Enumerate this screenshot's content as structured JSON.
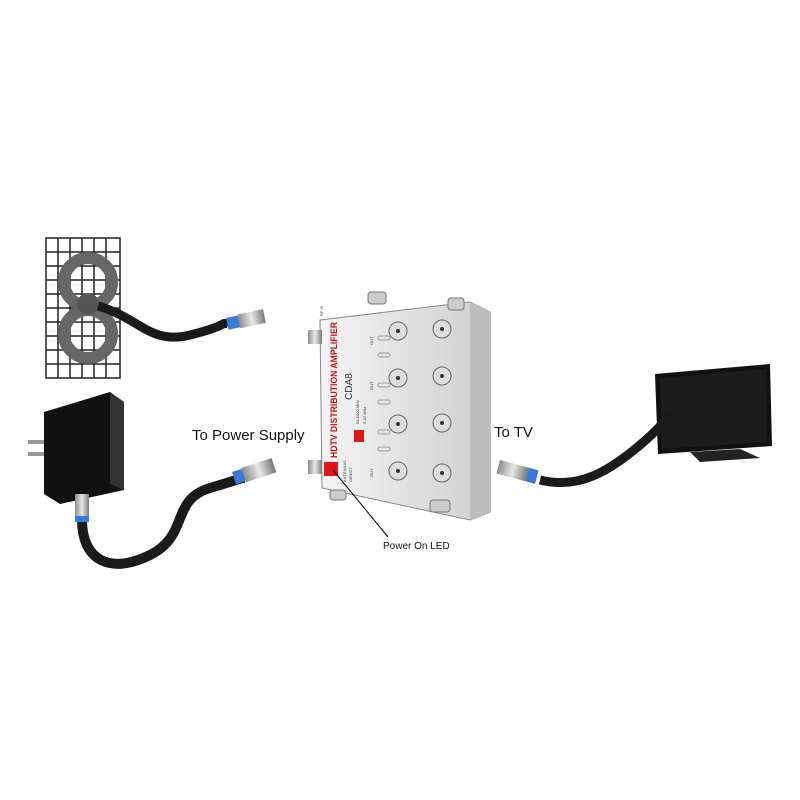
{
  "labels": {
    "power_supply": "To Power Supply",
    "tv": "To TV",
    "power_led": "Power On LED"
  },
  "device": {
    "title": "HDTV DISTRIBUTION AMPLIFIER",
    "model": "CDA8",
    "freq_1": "54-1000 MHz",
    "freq_2": "5-42 MHz",
    "rf_in": "RF IN",
    "out": "OUT",
    "brand_1": "ANTENNAS",
    "brand_2": "DIRECT"
  },
  "colors": {
    "cable": "#1a1a1a",
    "connector_ring": "#3a7bd5",
    "device_body": "#e4e4e4",
    "device_accent": "#e0161b"
  }
}
